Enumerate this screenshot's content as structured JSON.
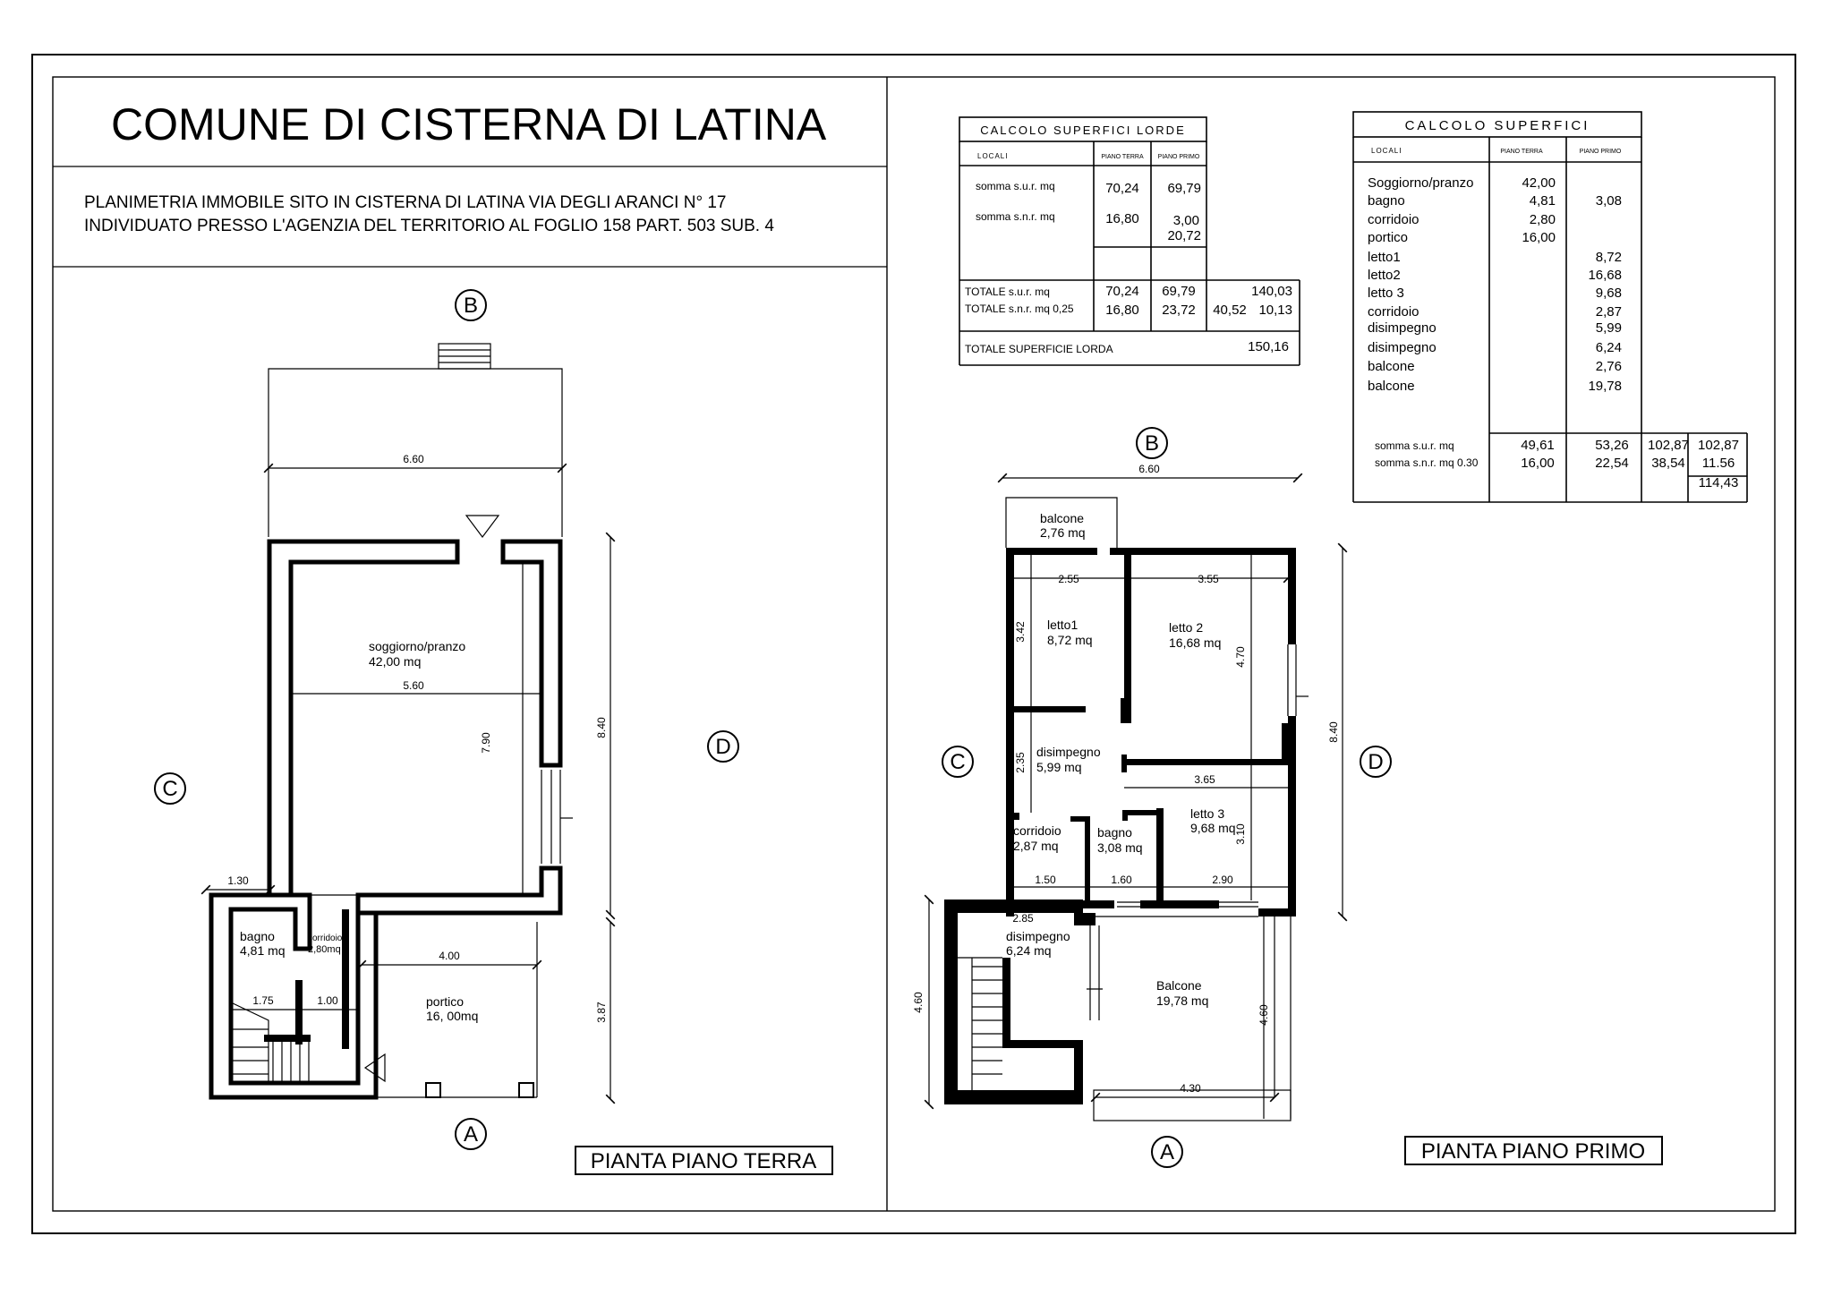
{
  "title": "COMUNE DI CISTERNA DI LATINA",
  "subtitle": [
    "PLANIMETRIA IMMOBILE SITO IN CISTERNA DI LATINA VIA DEGLI ARANCI N° 17",
    "INDIVIDUATO PRESSO L'AGENZIA DEL TERRITORIO AL FOGLIO 158  PART. 503 SUB. 4"
  ],
  "markers": {
    "a": "A",
    "b": "B",
    "c": "C",
    "d": "D"
  },
  "ground_floor": {
    "label": "PIANTA PIANO TERRA",
    "rooms": {
      "soggiorno_name": "soggiorno/pranzo",
      "soggiorno_area": "42,00  mq",
      "bagno_name": "bagno",
      "bagno_area": "4,81 mq",
      "corridoio_name": "corridoio",
      "corridoio_area": "2,80mq",
      "portico_name": "portico",
      "portico_area": "16, 00mq"
    },
    "dims": {
      "d660": "6.60",
      "d560": "5.60",
      "d790": "7.90",
      "d840": "8.40",
      "d387": "3.87",
      "d130": "1.30",
      "d175": "1.75",
      "d100": "1.00",
      "d400": "4.00"
    }
  },
  "first_floor": {
    "label": "PIANTA PIANO PRIMO",
    "rooms": {
      "balcone_s_name": "balcone",
      "balcone_s_area": "2,76 mq",
      "letto1_name": "letto1",
      "letto1_area": "8,72 mq",
      "letto2_name": "letto 2",
      "letto2_area": "16,68 mq",
      "dis1_name": "disimpegno",
      "dis1_area": "5,99 mq",
      "letto3_name": "letto  3",
      "letto3_area": "9,68 mq",
      "corr_name": "corridoio",
      "corr_area": "2,87 mq",
      "bagno_name": "bagno",
      "bagno_area": "3,08 mq",
      "dis2_name": "disimpegno",
      "dis2_area": "6,24  mq",
      "balcone_l_name": "Balcone",
      "balcone_l_area": "19,78  mq"
    },
    "dims": {
      "d660": "6.60",
      "d255": "2.55",
      "d355": "3.55",
      "d342": "3.42",
      "d470": "4.70",
      "d840": "8.40",
      "d235": "2.35",
      "d365": "3.65",
      "d310": "3.10",
      "d150": "1.50",
      "d160": "1.60",
      "d290": "2.90",
      "d285": "2.85",
      "d460a": "4.60",
      "d460b": "4.60",
      "d430": "4.30"
    }
  },
  "table_lorde": {
    "title": "CALCOLO  SUPERFICI  LORDE",
    "col_locali": "LOCALI",
    "col_terra": "PIANO TERRA",
    "col_primo": "PIANO PRIMO",
    "r1_label": "somma s.u.r. mq",
    "r1_terra": "70,24",
    "r1_primo": "69,79",
    "r2_label": "somma s.n.r. mq",
    "r2_terra": "16,80",
    "r2_primo_a": "3,00",
    "r2_primo_b": "20,72",
    "t1_label": "TOTALE s.u.r. mq",
    "t1_terra": "70,24",
    "t1_primo": "69,79",
    "t1_tot": "140,03",
    "t2_label": "TOTALE s.n.r. mq  0,25",
    "t2_terra": "16,80",
    "t2_primo": "23,72",
    "t2_sum": "40,52",
    "t2_tot": "10,13",
    "tl_label": "TOTALE  SUPERFICIE LORDA",
    "tl_value": "150,16"
  },
  "table_sup": {
    "title": "CALCOLO  SUPERFICI",
    "col_locali": "LOCALI",
    "col_terra": "PIANO TERRA",
    "col_primo": "PIANO PRIMO",
    "rows": [
      {
        "name": "Soggiorno/pranzo",
        "terra": "42,00",
        "primo": ""
      },
      {
        "name": "bagno",
        "terra": "4,81",
        "primo": "3,08"
      },
      {
        "name": "corridoio",
        "terra": "2,80",
        "primo": ""
      },
      {
        "name": "portico",
        "terra": "16,00",
        "primo": ""
      },
      {
        "name": "letto1",
        "terra": "",
        "primo": "8,72"
      },
      {
        "name": "letto2",
        "terra": "",
        "primo": "16,68"
      },
      {
        "name": "letto 3",
        "terra": "",
        "primo": "9,68"
      },
      {
        "name": "corridoio",
        "terra": "",
        "primo": "2,87"
      },
      {
        "name": "disimpegno",
        "terra": "",
        "primo": "5,99"
      },
      {
        "name": "disimpegno",
        "terra": "",
        "primo": "6,24"
      },
      {
        "name": "balcone",
        "terra": "",
        "primo": "2,76"
      },
      {
        "name": "balcone",
        "terra": "",
        "primo": "19,78"
      }
    ],
    "s1_label": "somma s.u.r. mq",
    "s1_terra": "49,61",
    "s1_primo": "53,26",
    "s1_a": "102,87",
    "s1_b": "102,87",
    "s2_label": "somma s.n.r. mq  0.30",
    "s2_terra": "16,00",
    "s2_primo": "22,54",
    "s2_a": "38,54",
    "s2_b": "11.56",
    "total": "114,43"
  }
}
